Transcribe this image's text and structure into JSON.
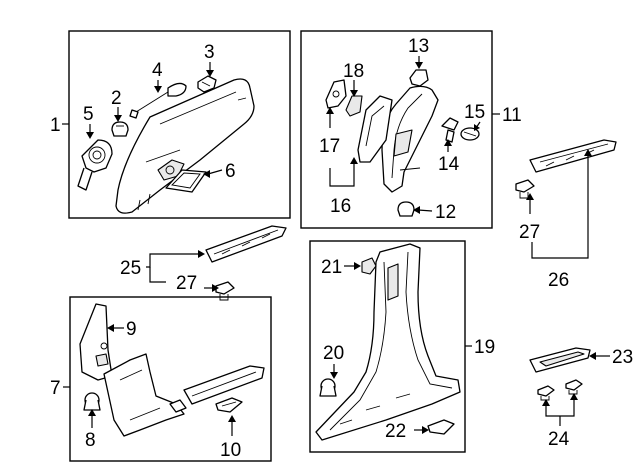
{
  "callouts": {
    "c1": "1",
    "c2": "2",
    "c3": "3",
    "c4": "4",
    "c5": "5",
    "c6": "6",
    "c7": "7",
    "c8": "8",
    "c9": "9",
    "c10": "10",
    "c11": "11",
    "c12": "12",
    "c13": "13",
    "c14": "14",
    "c15": "15",
    "c16": "16",
    "c17": "17",
    "c18": "18",
    "c19": "19",
    "c20": "20",
    "c21": "21",
    "c22": "22",
    "c23": "23",
    "c24": "24",
    "c25": "25",
    "c26": "26",
    "c27a": "27",
    "c27b": "27"
  }
}
